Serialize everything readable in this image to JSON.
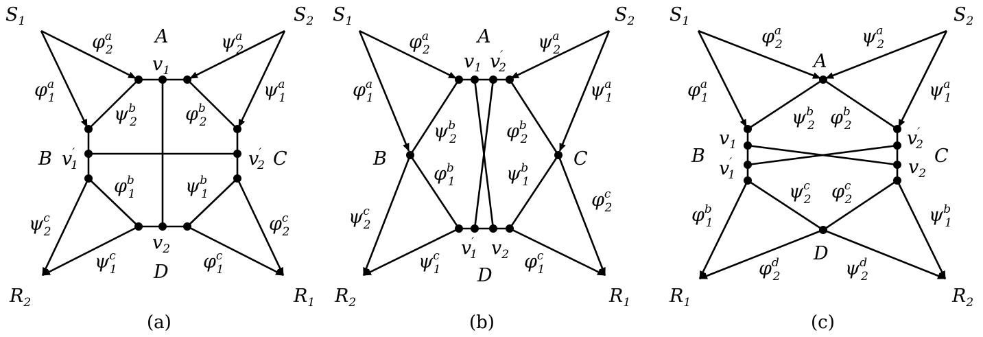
{
  "diagrams": [
    {
      "caption": "(a)",
      "labels": [
        {
          "id": "S1",
          "main": "S",
          "sub": "1",
          "sup": ""
        },
        {
          "id": "S2",
          "main": "S",
          "sub": "2",
          "sup": ""
        },
        {
          "id": "R1",
          "main": "R",
          "sub": "1",
          "sup": ""
        },
        {
          "id": "R2",
          "main": "R",
          "sub": "2",
          "sup": ""
        },
        {
          "id": "A",
          "main": "A",
          "sub": "",
          "sup": ""
        },
        {
          "id": "B",
          "main": "B",
          "sub": "",
          "sup": ""
        },
        {
          "id": "C",
          "main": "C",
          "sub": "",
          "sup": ""
        },
        {
          "id": "D",
          "main": "D",
          "sub": "",
          "sup": ""
        },
        {
          "id": "v1",
          "main": "v",
          "sub": "1",
          "sup": ""
        },
        {
          "id": "v2",
          "main": "v",
          "sub": "2",
          "sup": ""
        },
        {
          "id": "v1p",
          "main": "v",
          "sub": "1",
          "sup": "′"
        },
        {
          "id": "v2p",
          "main": "v",
          "sub": "2",
          "sup": "′"
        },
        {
          "id": "phi2a",
          "main": "φ",
          "sub": "2",
          "sup": "a"
        },
        {
          "id": "phi1a",
          "main": "φ",
          "sub": "1",
          "sup": "a"
        },
        {
          "id": "psi2a",
          "main": "ψ",
          "sub": "2",
          "sup": "a"
        },
        {
          "id": "psi1a",
          "main": "ψ",
          "sub": "1",
          "sup": "a"
        },
        {
          "id": "psi2b",
          "main": "ψ",
          "sub": "2",
          "sup": "b"
        },
        {
          "id": "phi2b",
          "main": "φ",
          "sub": "2",
          "sup": "b"
        },
        {
          "id": "phi1b",
          "main": "φ",
          "sub": "1",
          "sup": "b"
        },
        {
          "id": "psi1b",
          "main": "ψ",
          "sub": "1",
          "sup": "b"
        },
        {
          "id": "psi2c",
          "main": "ψ",
          "sub": "2",
          "sup": "c"
        },
        {
          "id": "psi1c",
          "main": "ψ",
          "sub": "1",
          "sup": "c"
        },
        {
          "id": "phi1c",
          "main": "φ",
          "sub": "1",
          "sup": "c"
        },
        {
          "id": "phi2c",
          "main": "φ",
          "sub": "2",
          "sup": "c"
        }
      ]
    },
    {
      "caption": "(b)",
      "labels": [
        {
          "id": "S1",
          "main": "S",
          "sub": "1",
          "sup": ""
        },
        {
          "id": "S2",
          "main": "S",
          "sub": "2",
          "sup": ""
        },
        {
          "id": "R1",
          "main": "R",
          "sub": "1",
          "sup": ""
        },
        {
          "id": "R2",
          "main": "R",
          "sub": "2",
          "sup": ""
        },
        {
          "id": "A",
          "main": "A",
          "sub": "",
          "sup": ""
        },
        {
          "id": "B",
          "main": "B",
          "sub": "",
          "sup": ""
        },
        {
          "id": "C",
          "main": "C",
          "sub": "",
          "sup": ""
        },
        {
          "id": "D",
          "main": "D",
          "sub": "",
          "sup": ""
        },
        {
          "id": "v1",
          "main": "v",
          "sub": "1",
          "sup": ""
        },
        {
          "id": "v2p",
          "main": "v",
          "sub": "2",
          "sup": "′"
        },
        {
          "id": "v1p",
          "main": "v",
          "sub": "1",
          "sup": "′"
        },
        {
          "id": "v2",
          "main": "v",
          "sub": "2",
          "sup": ""
        },
        {
          "id": "phi2a",
          "main": "φ",
          "sub": "2",
          "sup": "a"
        },
        {
          "id": "phi1a",
          "main": "φ",
          "sub": "1",
          "sup": "a"
        },
        {
          "id": "psi2a",
          "main": "ψ",
          "sub": "2",
          "sup": "a"
        },
        {
          "id": "psi1a",
          "main": "ψ",
          "sub": "1",
          "sup": "a"
        },
        {
          "id": "psi2b",
          "main": "ψ",
          "sub": "2",
          "sup": "b"
        },
        {
          "id": "phi1b",
          "main": "φ",
          "sub": "1",
          "sup": "b"
        },
        {
          "id": "phi2b",
          "main": "φ",
          "sub": "2",
          "sup": "b"
        },
        {
          "id": "psi1b",
          "main": "ψ",
          "sub": "1",
          "sup": "b"
        },
        {
          "id": "psi2c",
          "main": "ψ",
          "sub": "2",
          "sup": "c"
        },
        {
          "id": "psi1c",
          "main": "ψ",
          "sub": "1",
          "sup": "c"
        },
        {
          "id": "phi1c",
          "main": "φ",
          "sub": "1",
          "sup": "c"
        },
        {
          "id": "phi2c",
          "main": "φ",
          "sub": "2",
          "sup": "c"
        }
      ]
    },
    {
      "caption": "(c)",
      "labels": [
        {
          "id": "S1",
          "main": "S",
          "sub": "1",
          "sup": ""
        },
        {
          "id": "S2",
          "main": "S",
          "sub": "2",
          "sup": ""
        },
        {
          "id": "R1",
          "main": "R",
          "sub": "1",
          "sup": ""
        },
        {
          "id": "R2",
          "main": "R",
          "sub": "2",
          "sup": ""
        },
        {
          "id": "A",
          "main": "A",
          "sub": "",
          "sup": ""
        },
        {
          "id": "B",
          "main": "B",
          "sub": "",
          "sup": ""
        },
        {
          "id": "C",
          "main": "C",
          "sub": "",
          "sup": ""
        },
        {
          "id": "D",
          "main": "D",
          "sub": "",
          "sup": ""
        },
        {
          "id": "v1",
          "main": "v",
          "sub": "1",
          "sup": ""
        },
        {
          "id": "v1p",
          "main": "v",
          "sub": "1",
          "sup": "′"
        },
        {
          "id": "v2p",
          "main": "v",
          "sub": "2",
          "sup": "′"
        },
        {
          "id": "v2",
          "main": "v",
          "sub": "2",
          "sup": ""
        },
        {
          "id": "phi2a",
          "main": "φ",
          "sub": "2",
          "sup": "a"
        },
        {
          "id": "psi2a",
          "main": "ψ",
          "sub": "2",
          "sup": "a"
        },
        {
          "id": "phi1a",
          "main": "φ",
          "sub": "1",
          "sup": "a"
        },
        {
          "id": "psi1a",
          "main": "ψ",
          "sub": "1",
          "sup": "a"
        },
        {
          "id": "psi2b",
          "main": "ψ",
          "sub": "2",
          "sup": "b"
        },
        {
          "id": "phi2b",
          "main": "φ",
          "sub": "2",
          "sup": "b"
        },
        {
          "id": "psi2c",
          "main": "ψ",
          "sub": "2",
          "sup": "c"
        },
        {
          "id": "phi2c",
          "main": "φ",
          "sub": "2",
          "sup": "c"
        },
        {
          "id": "phi1b",
          "main": "φ",
          "sub": "1",
          "sup": "b"
        },
        {
          "id": "psi1b",
          "main": "ψ",
          "sub": "1",
          "sup": "b"
        },
        {
          "id": "phi2d",
          "main": "φ",
          "sub": "2",
          "sup": "d"
        },
        {
          "id": "psi2d",
          "main": "ψ",
          "sub": "2",
          "sup": "d"
        }
      ]
    }
  ]
}
